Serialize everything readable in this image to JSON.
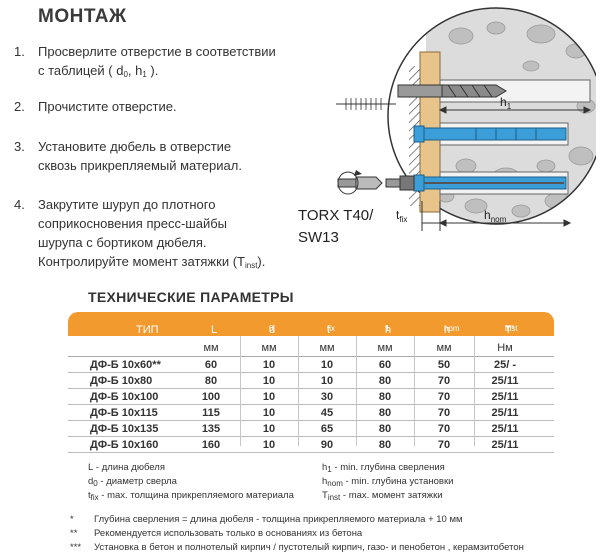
{
  "title": "МОНТАЖ",
  "steps": [
    {
      "num": "1.",
      "line1": "Просверлите отверстие в соответствии",
      "line2a": "с таблицей ( d",
      "line2b": "0",
      "line2c": ", h",
      "line2d": "1",
      "line2e": " )."
    },
    {
      "num": "2.",
      "line1": "Прочистите отверстие."
    },
    {
      "num": "3.",
      "line1": "Установите дюбель в отверстие",
      "line2": "сквозь прикрепляемый материал."
    },
    {
      "num": "4.",
      "line1": "Закрутите шуруп до плотного",
      "line2": "соприкосновения пресс-шайбы",
      "line3": "шурупа с бортиком дюбеля.",
      "line4a": "Контролируйте момент затяжки (T",
      "line4b": "inst",
      "line4c": ")."
    }
  ],
  "diagram": {
    "torx_line1": "TORX T40/",
    "torx_line2": "SW13",
    "t_label": "t",
    "t_sub": "fix",
    "h1_label": "h",
    "h1_sub": "1",
    "hnom_label": "h",
    "hnom_sub": "nom"
  },
  "table_title": "ТЕХНИЧЕСКИЕ ПАРАМЕТРЫ",
  "table": {
    "headers": [
      {
        "main": "ТИП",
        "sub": "",
        "sup": ""
      },
      {
        "main": "L",
        "sub": "",
        "sup": ""
      },
      {
        "main": "d",
        "sub": "0",
        "sup": ""
      },
      {
        "main": "t",
        "sub": "fix",
        "sup": ""
      },
      {
        "main": "h",
        "sub": "1",
        "sup": "*"
      },
      {
        "main": "h",
        "sub": "nom",
        "sup": ""
      },
      {
        "main": "T",
        "sub": "inst",
        "sup": "***"
      }
    ],
    "units": [
      "",
      "мм",
      "мм",
      "мм",
      "мм",
      "мм",
      "Нм"
    ],
    "rows": [
      [
        "ДФ-Б 10х60**",
        "60",
        "10",
        "10",
        "60",
        "50",
        "25/ -"
      ],
      [
        "ДФ-Б 10х80",
        "80",
        "10",
        "10",
        "80",
        "70",
        "25/11"
      ],
      [
        "ДФ-Б 10х100",
        "100",
        "10",
        "30",
        "80",
        "70",
        "25/11"
      ],
      [
        "ДФ-Б 10х115",
        "115",
        "10",
        "45",
        "80",
        "70",
        "25/11"
      ],
      [
        "ДФ-Б 10х135",
        "135",
        "10",
        "65",
        "80",
        "70",
        "25/11"
      ],
      [
        "ДФ-Б 10х160",
        "160",
        "10",
        "90",
        "80",
        "70",
        "25/11"
      ]
    ]
  },
  "legend": {
    "left": [
      {
        "sym": "L",
        "sub": "",
        "text": " - длина дюбеля"
      },
      {
        "sym": "d",
        "sub": "0",
        "text": " - диаметр сверла"
      },
      {
        "sym": "t",
        "sub": "fix",
        "text": " - max. толщина прикрепляемого материала"
      }
    ],
    "right": [
      {
        "sym": "h",
        "sub": "1",
        "text": " - min. глубина сверления"
      },
      {
        "sym": "h",
        "sub": "nom",
        "text": " - min. глубина установки"
      },
      {
        "sym": "T",
        "sub": "inst",
        "text": " - max. момент затяжки"
      }
    ]
  },
  "notes": [
    {
      "mark": "*",
      "text": "Глубина сверления = длина дюбеля - толщина прикрепляемого материала + 10 мм"
    },
    {
      "mark": "**",
      "text": "Рекомендуется использовать только в основаниях из бетона"
    },
    {
      "mark": "***",
      "text": "Установка в бетон и полнотелый кирпич / пустотелый кирпич, газо- и пенобетон , керамзитобетон"
    }
  ],
  "colors": {
    "accent": "#f39a2e",
    "dowel": "#3b9ed8",
    "wood": "#e9c48a",
    "stone": "#d9d9d9"
  }
}
